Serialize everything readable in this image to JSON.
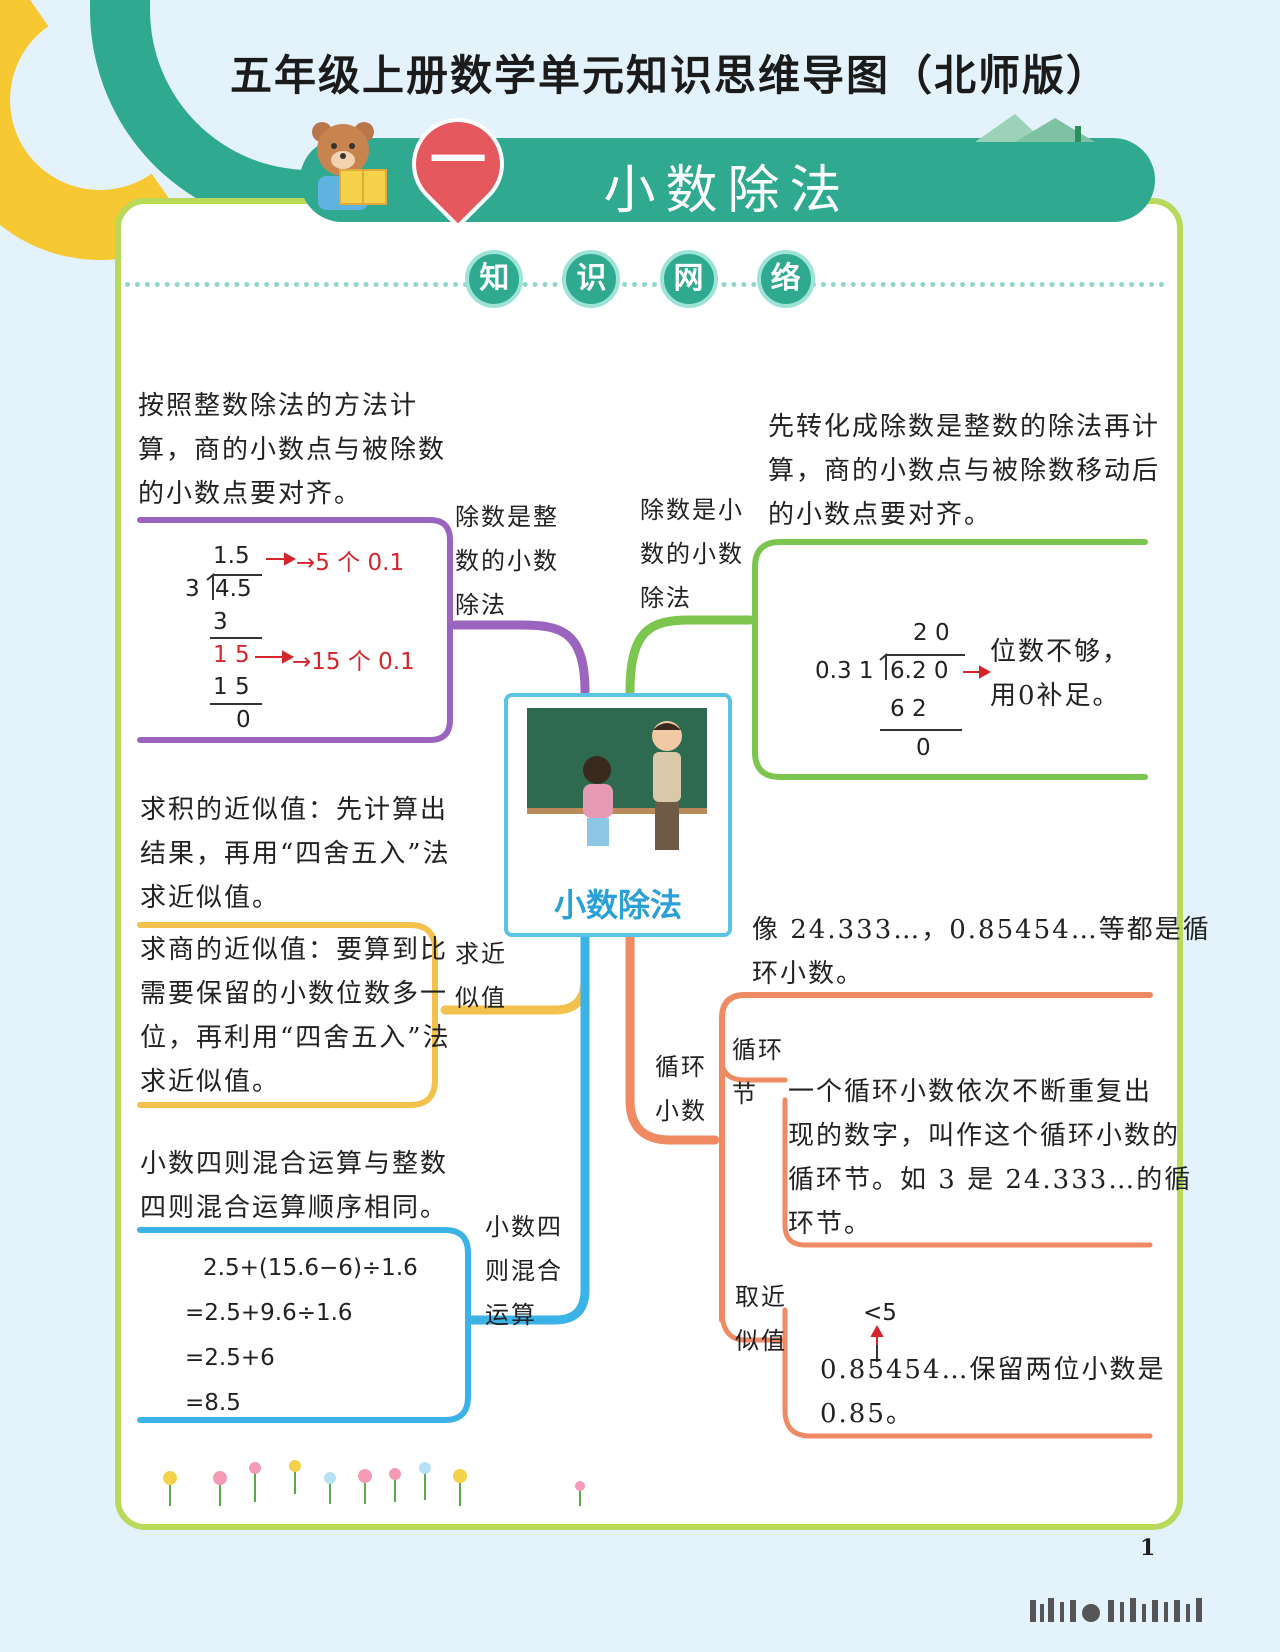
{
  "header": {
    "title": "五年级上册数学单元知识思维导图（北师版）",
    "unit_number": "一",
    "unit_title": "小数除法"
  },
  "section_label": [
    "知",
    "识",
    "网",
    "络"
  ],
  "center": {
    "title": "小数除法"
  },
  "branches": {
    "integer_divisor": {
      "label": "除数是整数的小数除法",
      "label_lines": [
        "除数是整",
        "数的小数",
        "除法"
      ],
      "rule_lines": [
        "按照整数除法的方法计",
        "算，商的小数点与被除数",
        "的小数点要对齐。"
      ],
      "example": {
        "quotient": "1.5",
        "divisor": "3",
        "dividend": "4.5",
        "step1": "3",
        "step2": "1 5",
        "step3": "1 5",
        "remainder": "0",
        "note1": "→5 个 0.1",
        "note2": "→15 个 0.1"
      }
    },
    "decimal_divisor": {
      "label_lines": [
        "除数是小",
        "数的小数",
        "除法"
      ],
      "rule_lines": [
        "先转化成除数是整数的除法再计",
        "算，商的小数点与被除数移动后",
        "的小数点要对齐。"
      ],
      "example": {
        "quotient": "2 0",
        "divisor": "0.3 1",
        "dividend": "6.2 0",
        "step": "6 2",
        "remainder": "0",
        "note_lines": [
          "位数不够，",
          "用0补足。"
        ]
      }
    },
    "approximation": {
      "label_lines": [
        "求近",
        "似值"
      ],
      "product_lines": [
        "求积的近似值：先计算出",
        "结果，再用“四舍五入”法",
        "求近似值。"
      ],
      "quotient_lines": [
        "求商的近似值：要算到比",
        "需要保留的小数位数多一",
        "位，再利用“四舍五入”法",
        "求近似值。"
      ]
    },
    "mixed_ops": {
      "label_lines": [
        "小数四",
        "则混合",
        "运算"
      ],
      "rule_lines": [
        "小数四则混合运算与整数",
        "四则混合运算顺序相同。"
      ],
      "example_lines": [
        "2.5+(15.6−6)÷1.6",
        "=2.5+9.6÷1.6",
        "=2.5+6",
        "=8.5"
      ]
    },
    "repeating": {
      "label_lines": [
        "循环",
        "小数"
      ],
      "def_lines": [
        "像 24.333…，0.85454…等都是循",
        "环小数。"
      ],
      "period_label_lines": [
        "循环",
        "节"
      ],
      "period_lines": [
        "一个循环小数依次不断重复出",
        "现的数字，叫作这个循环小数的",
        "循环节。如 3 是 24.333…的循",
        "环节。"
      ],
      "approx_label_lines": [
        "取近",
        "似值"
      ],
      "approx_mark": "<5",
      "approx_lines": [
        "0.85454…保留两位小数是",
        "0.85。"
      ]
    }
  },
  "page_number": "1",
  "colors": {
    "integer": "#9b64bf",
    "decimal": "#7cc54f",
    "approx": "#f2c24c",
    "mixed": "#3bb3e6",
    "repeating": "#f08a63",
    "accent": "#2fa98f"
  }
}
